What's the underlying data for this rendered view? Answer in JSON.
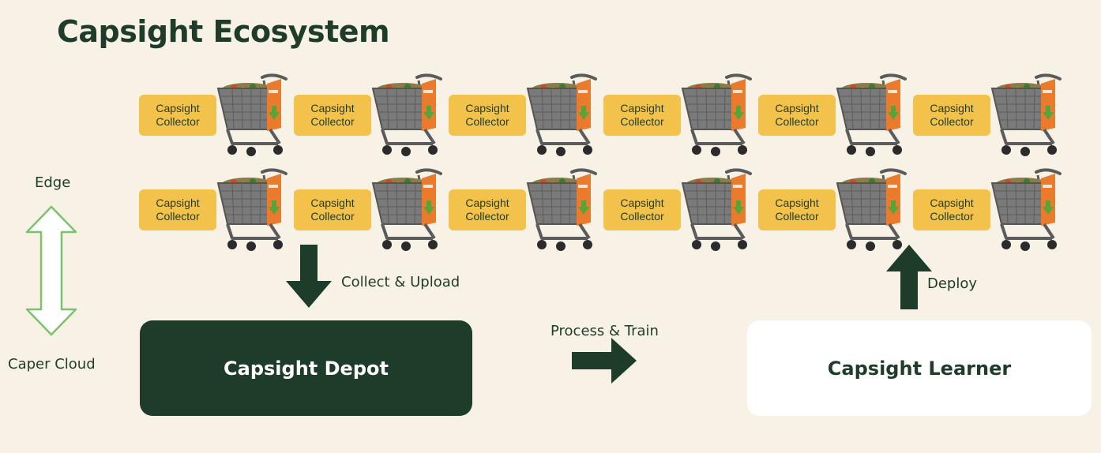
{
  "title": "Capsight Ecosystem",
  "collector_label": [
    "Capsight",
    "Collector"
  ],
  "rows": 2,
  "units_per_row": 6,
  "edge_label": "Edge",
  "cloud_label": "Caper Cloud",
  "collect_label": "Collect & Upload",
  "process_label": "Process & Train",
  "deploy_label": "Deploy",
  "depot_label": "Capsight Depot",
  "learner_label": "Capsight Learner",
  "colors": {
    "background": "#f8f1e6",
    "dark_green": "#1d3c2a",
    "collector": "#f3c24a",
    "cart_orange": "#ea7a2c",
    "cart_green": "#5aa33a",
    "edge_arrow": "#7bc36a"
  },
  "icons": {
    "cart": "shopping-cart-icon",
    "bidirectional": "double-arrow-icon",
    "down": "arrow-down-icon",
    "right": "arrow-right-icon",
    "up": "arrow-up-icon"
  }
}
